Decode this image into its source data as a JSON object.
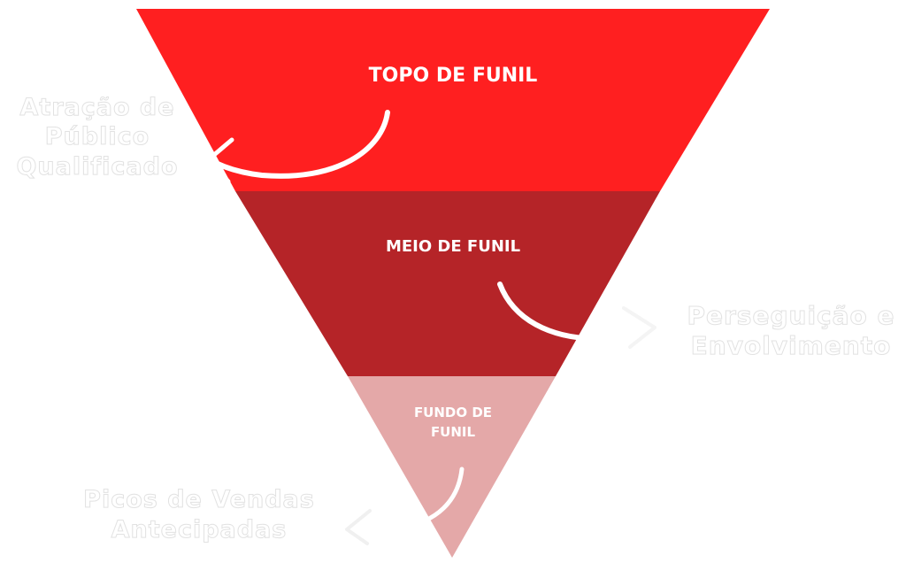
{
  "colors": {
    "top": "#FF1F20",
    "middle": "#B52428",
    "bottom": "#E4A8A8",
    "arrow": "#FFFFFF",
    "caption_outline": "#E2E2E2"
  },
  "funnel": {
    "stages": [
      {
        "label": "TOPO DE FUNIL"
      },
      {
        "label": "MEIO DE FUNIL"
      },
      {
        "label_line1": "FUNDO DE",
        "label_line2": "FUNIL"
      }
    ]
  },
  "captions": {
    "top": {
      "line1": "Atração de",
      "line2": "Público",
      "line3": "Qualificado",
      "icon": "curved-arrow-left-icon"
    },
    "middle": {
      "line1": "Perseguição e",
      "line2": "Envolvimento",
      "icon": "curved-arrow-right-icon"
    },
    "bottom": {
      "line1": "Picos de Vendas",
      "line2": "Antecipadas",
      "icon": "curved-arrow-left-icon"
    }
  }
}
